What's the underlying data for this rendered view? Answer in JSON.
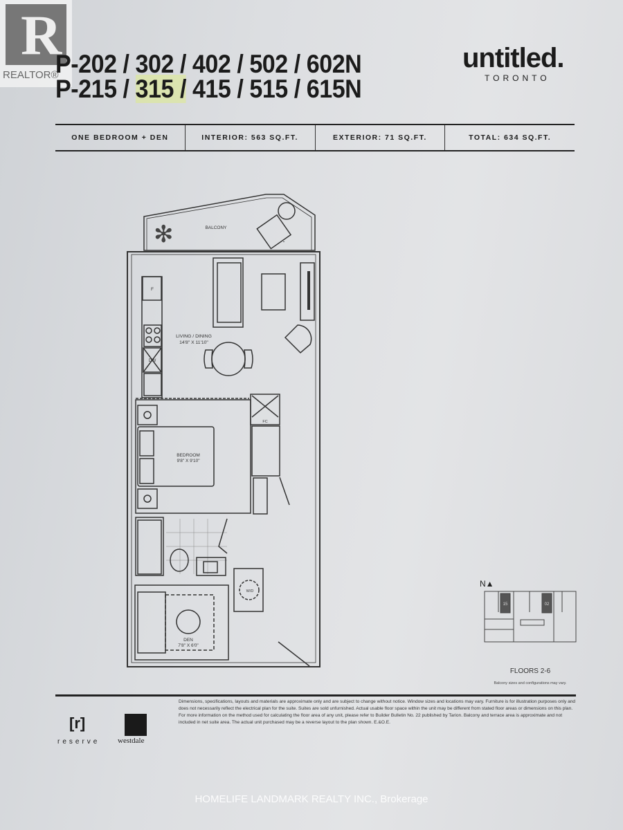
{
  "header": {
    "units_line1": "P-202 / 302 / 402 / 502 / 602N",
    "units_line2_prefix": "P-215 / ",
    "units_line2_highlight": "315 /",
    "units_line2_suffix": " 415 / 515 / 615N",
    "brand": "untitled.",
    "city": "TORONTO"
  },
  "specs": {
    "type": "ONE BEDROOM + DEN",
    "interior": "INTERIOR: 563 SQ.FT.",
    "exterior": "EXTERIOR: 71 SQ.FT.",
    "total": "TOTAL: 634 SQ.FT."
  },
  "plan": {
    "balcony": "BALCONY",
    "living_label": "LIVING / DINING",
    "living_dim": "14'8\" X 11'10\"",
    "fridge": "F",
    "dishwasher": "DW",
    "closet": "FC",
    "bedroom_label": "BEDROOM",
    "bedroom_dim": "9'8\" X 9'10\"",
    "washer_dryer": "W/D",
    "den_label": "DEN",
    "den_dim": "7'8\" X 6'0\""
  },
  "keyplan": {
    "north": "N▲",
    "unit_a": "15",
    "unit_b": "02",
    "floors": "FLOORS 2-6",
    "note": "Balcony sizes and configurations may vary."
  },
  "footer": {
    "logo_reserve": "[r]",
    "logo_reserve_text": "reserve",
    "logo_westdale_text": "westdale",
    "disclaimer": "Dimensions, specifications, layouts and materials are approximate only and are subject to change without notice. Window sizes and locations may vary. Furniture is for illustration purposes only and does not necessarily reflect the electrical plan for the suite. Suites are sold unfurnished. Actual usable floor space within the unit may be different from stated floor areas or dimensions on this plan. For more information on the method used for calculating the floor area of any unit, please refer to Builder Bulletin No. 22 published by Tarion. Balcony and terrace area is approximate and not included in net suite area. The actual unit purchased may be a reverse layout to the plan shown. E.&O.E."
  },
  "overlay": {
    "realtor": "REALTOR®",
    "watermark": "HOMELIFE LANDMARK REALTY INC., Brokerage"
  }
}
